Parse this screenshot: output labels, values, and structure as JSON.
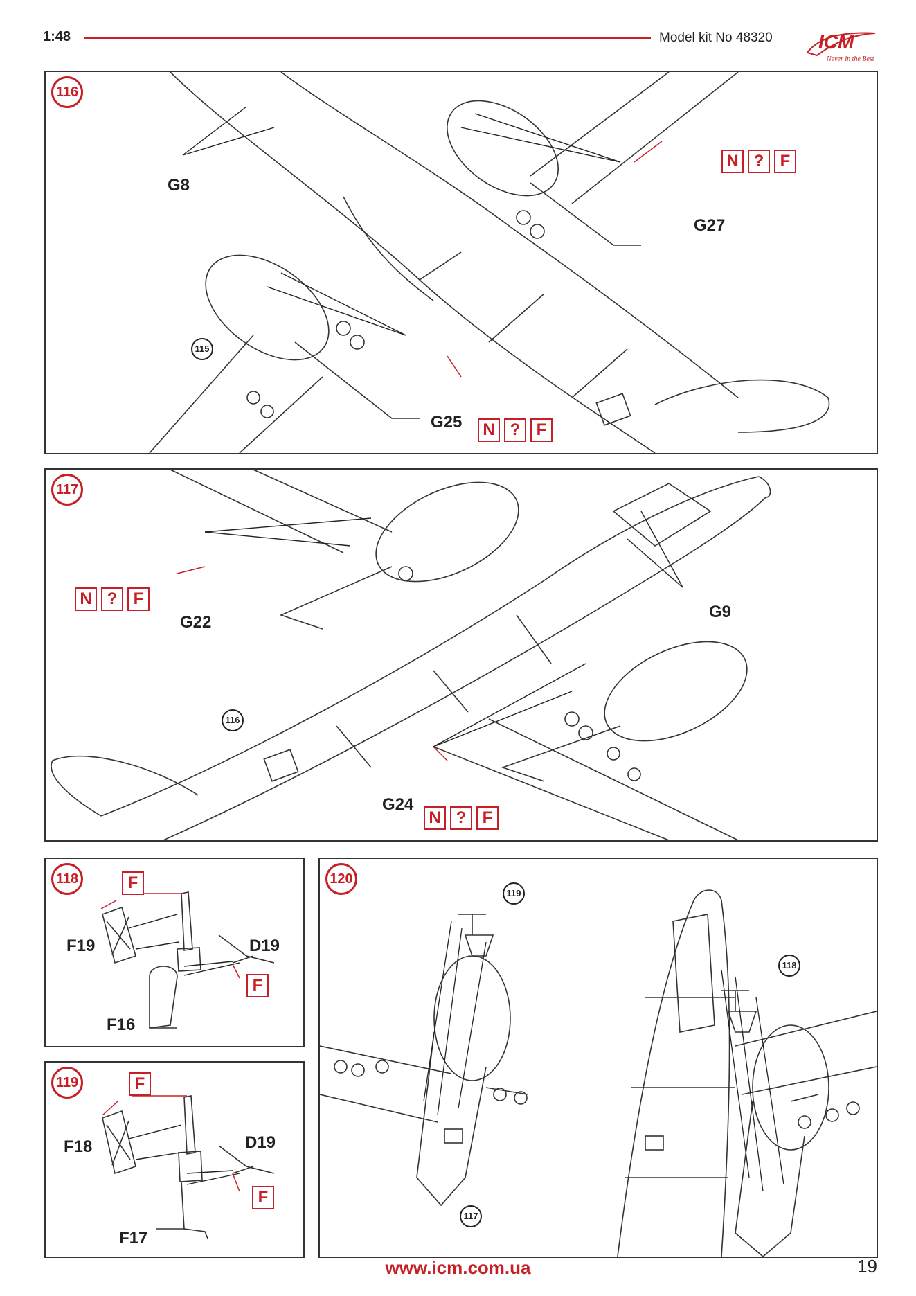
{
  "header": {
    "scale": "1:48",
    "kit": "Model kit No 48320",
    "logo_text": "ICM",
    "logo_sub": "Never in the Best"
  },
  "steps": {
    "s116": {
      "num": "116",
      "parts": [
        "G8",
        "G27",
        "G25"
      ],
      "ref": "115",
      "options": [
        "N",
        "?",
        "F"
      ]
    },
    "s117": {
      "num": "117",
      "parts": [
        "G22",
        "G9",
        "G24"
      ],
      "ref": "116",
      "options": [
        "N",
        "?",
        "F"
      ]
    },
    "s118": {
      "num": "118",
      "parts": [
        "F19",
        "D19",
        "F16"
      ],
      "options": [
        "F",
        "F"
      ]
    },
    "s119": {
      "num": "119",
      "parts": [
        "F18",
        "D19",
        "F17"
      ],
      "options": [
        "F",
        "F"
      ]
    },
    "s120": {
      "num": "120",
      "refs": [
        "119",
        "118",
        "117"
      ]
    }
  },
  "footer": {
    "url": "www.icm.com.ua",
    "page": "19"
  },
  "colors": {
    "accent": "#c62026",
    "line": "#333333"
  }
}
